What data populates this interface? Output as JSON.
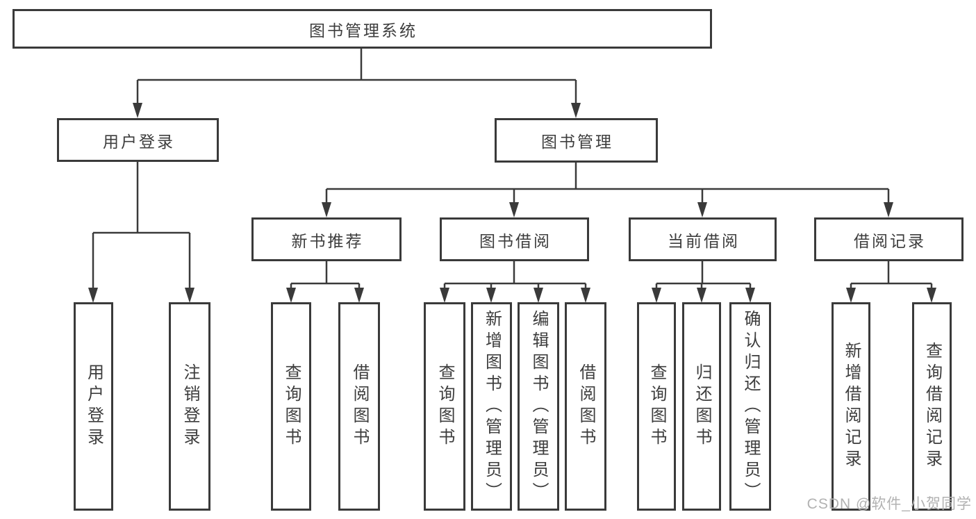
{
  "diagram": {
    "root": {
      "label": "图书管理系统"
    },
    "branches": {
      "user_login": {
        "label": "用户登录",
        "children": {
          "login": "用户登录",
          "logout": "注销登录"
        }
      },
      "book_mgmt": {
        "label": "图书管理",
        "sections": {
          "new_book": {
            "label": "新书推荐",
            "children": {
              "query": "查询图书",
              "borrow": "借阅图书"
            }
          },
          "borrowing": {
            "label": "图书借阅",
            "children": {
              "query": "查询图书",
              "add": "新增图书（管理员）",
              "edit": "编辑图书（管理员）",
              "borrow": "借阅图书"
            }
          },
          "current": {
            "label": "当前借阅",
            "children": {
              "query": "查询图书",
              "return": "归还图书",
              "confirm": "确认归还（管理员）"
            }
          },
          "records": {
            "label": "借阅记录",
            "children": {
              "add": "新增借阅记录",
              "query": "查询借阅记录"
            }
          }
        }
      }
    },
    "colors": {
      "line": "#3a3a3a",
      "text": "#3d3d3d",
      "watermark": "#b2b2b2"
    }
  },
  "watermark": {
    "text": "CSDN @软件_小贺同学"
  }
}
